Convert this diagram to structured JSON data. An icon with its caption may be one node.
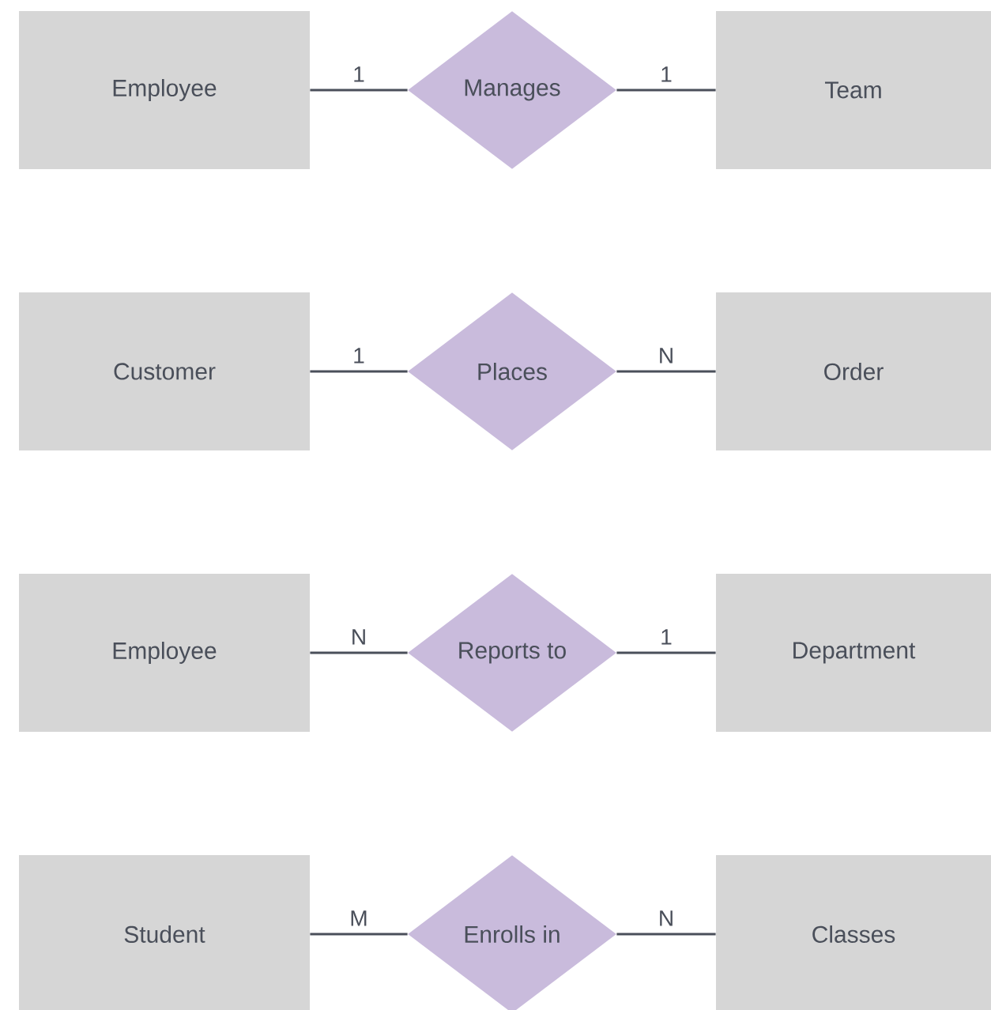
{
  "diagram": {
    "nodes": [
      {
        "text": [
          "Employee"
        ]
      },
      {
        "text": [
          "Manages"
        ]
      },
      {
        "text": [
          "Team"
        ]
      },
      {
        "text": [
          "Customer"
        ]
      },
      {
        "text": [
          "Places"
        ]
      },
      {
        "text": [
          "Order"
        ]
      },
      {
        "text": [
          "Employee"
        ]
      },
      {
        "text": [
          "Reports to"
        ]
      },
      {
        "text": [
          "Department"
        ]
      },
      {
        "text": [
          "Student"
        ]
      },
      {
        "text": [
          "Enrolls in"
        ]
      },
      {
        "text": [
          "Classes"
        ]
      }
    ],
    "edges": [
      {
        "from": 0,
        "to": 1,
        "arrow": "none",
        "label": "1"
      },
      {
        "from": 1,
        "to": 2,
        "arrow": "none",
        "label": "1"
      },
      {
        "from": 3,
        "to": 4,
        "arrow": "none",
        "label": "1"
      },
      {
        "from": 4,
        "to": 5,
        "arrow": "none",
        "label": "N"
      },
      {
        "from": 6,
        "to": 7,
        "arrow": "none",
        "label": "N"
      },
      {
        "from": 7,
        "to": 8,
        "arrow": "none",
        "label": "1"
      },
      {
        "from": 9,
        "to": 10,
        "arrow": "none",
        "label": "M"
      },
      {
        "from": 10,
        "to": 11,
        "arrow": "none",
        "label": "N"
      }
    ]
  }
}
